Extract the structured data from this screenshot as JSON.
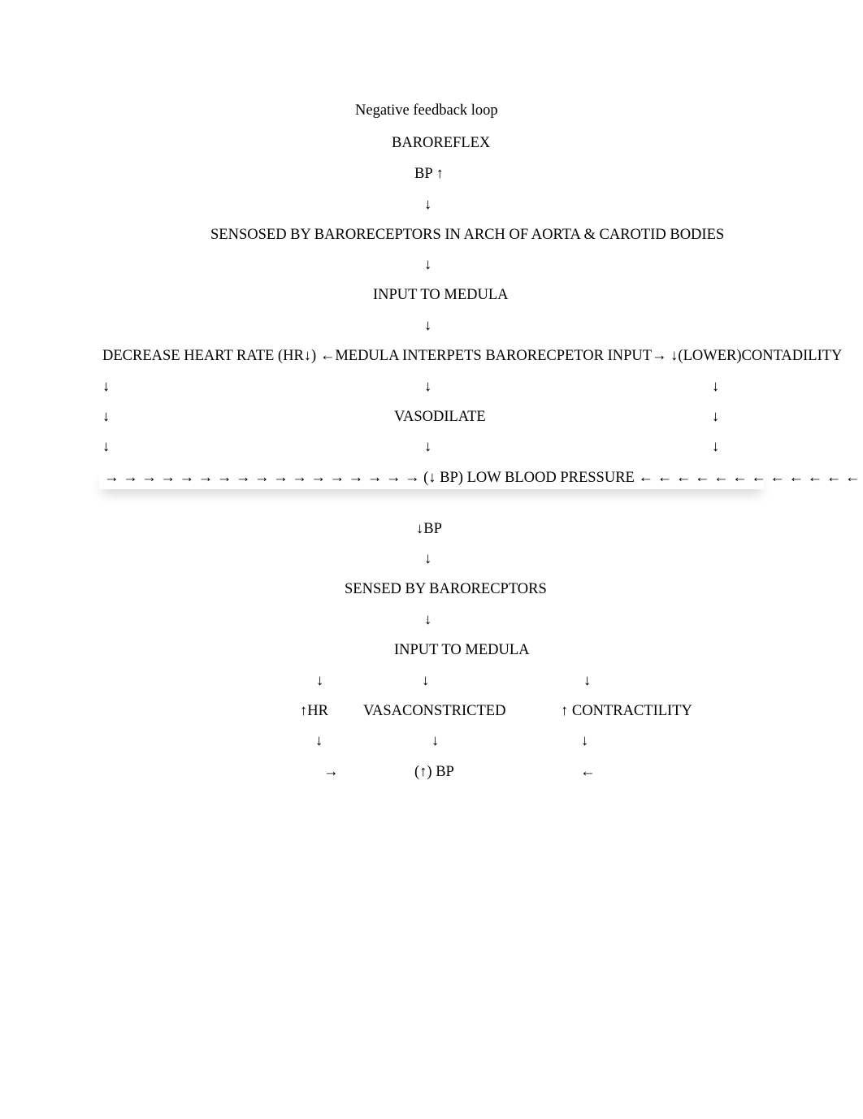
{
  "diagram": {
    "title": "Negative feedback loop",
    "subtitle": "BAROREFLEX",
    "high_bp": {
      "start": "BP ↑",
      "arrow": "↓",
      "sensed": "SENSOSED BY BARORECEPTORS IN ARCH OF AORTA & CAROTID BODIES",
      "input": "INPUT TO MEDULA",
      "response_row": "DECREASE HEART RATE (HR↓) ←MEDULA INTERPETS BARORECPETOR INPUT→ ↓(LOWER)CONTADILITY",
      "vasodilate": "VASODILATE",
      "result_row": "→ → → → → → → → → → → → → → → → → (↓ BP) LOW BLOOD PRESSURE ← ← ← ← ← ← ← ← ← ← ← ← ← ←"
    },
    "low_bp": {
      "start": "↓BP",
      "arrow": "↓",
      "sensed": "SENSED BY BARORECPTORS",
      "input": "INPUT TO MEDULA",
      "hr": "↑HR",
      "vasoconstricted": "VASACONSTRICTED",
      "contractility": "↑ CONTRACTILITY",
      "right_arrow": "→",
      "result": "(↑) BP",
      "left_arrow": "←"
    }
  }
}
